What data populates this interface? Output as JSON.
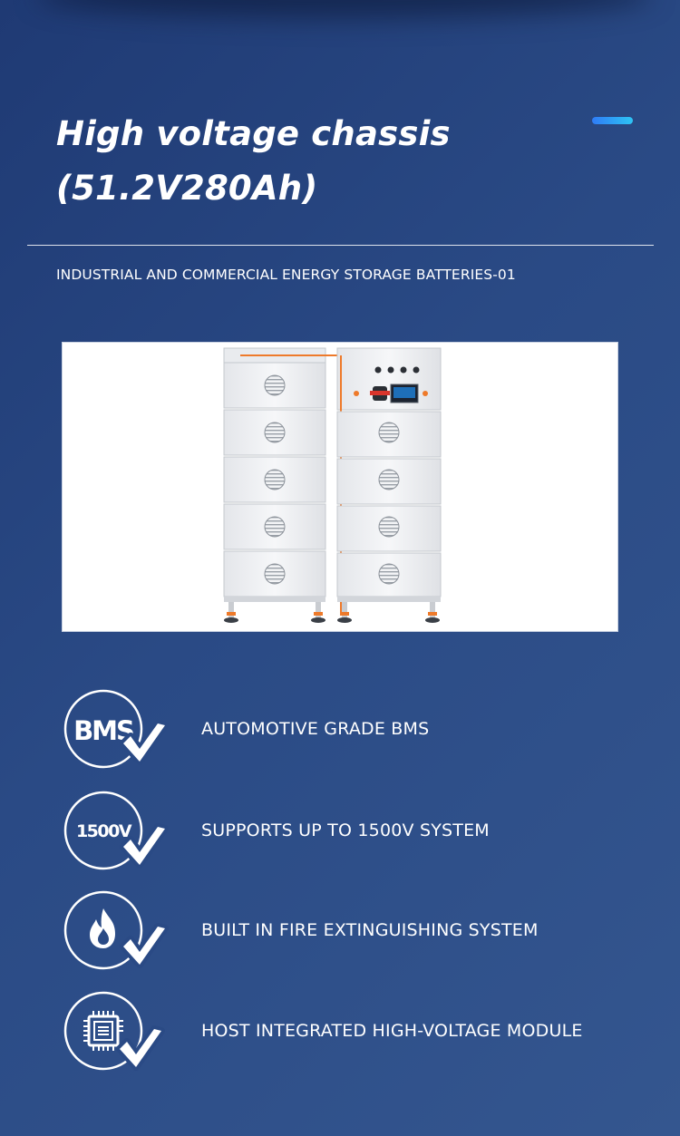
{
  "header": {
    "title_line1": "High voltage chassis",
    "title_line2": "(51.2V280Ah)",
    "subtitle": "INDUSTRIAL AND COMMERCIAL ENERGY STORAGE BATTERIES-01"
  },
  "colors": {
    "background_start": "#1f3a74",
    "background_end": "#34568f",
    "accent_start": "#2f7cf6",
    "accent_end": "#2ec4f5",
    "product_orange": "#ee7a2a"
  },
  "features": [
    {
      "icon": "bms-check-icon",
      "badge_text": "BMS",
      "label": "AUTOMOTIVE GRADE BMS"
    },
    {
      "icon": "voltage-check-icon",
      "badge_text": "1500V",
      "label": "SUPPORTS UP TO 1500V SYSTEM"
    },
    {
      "icon": "fire-check-icon",
      "badge_text": "",
      "label": "BUILT IN FIRE EXTINGUISHING SYSTEM"
    },
    {
      "icon": "chip-check-icon",
      "badge_text": "",
      "label": "HOST INTEGRATED HIGH-VOLTAGE MODULE"
    }
  ]
}
